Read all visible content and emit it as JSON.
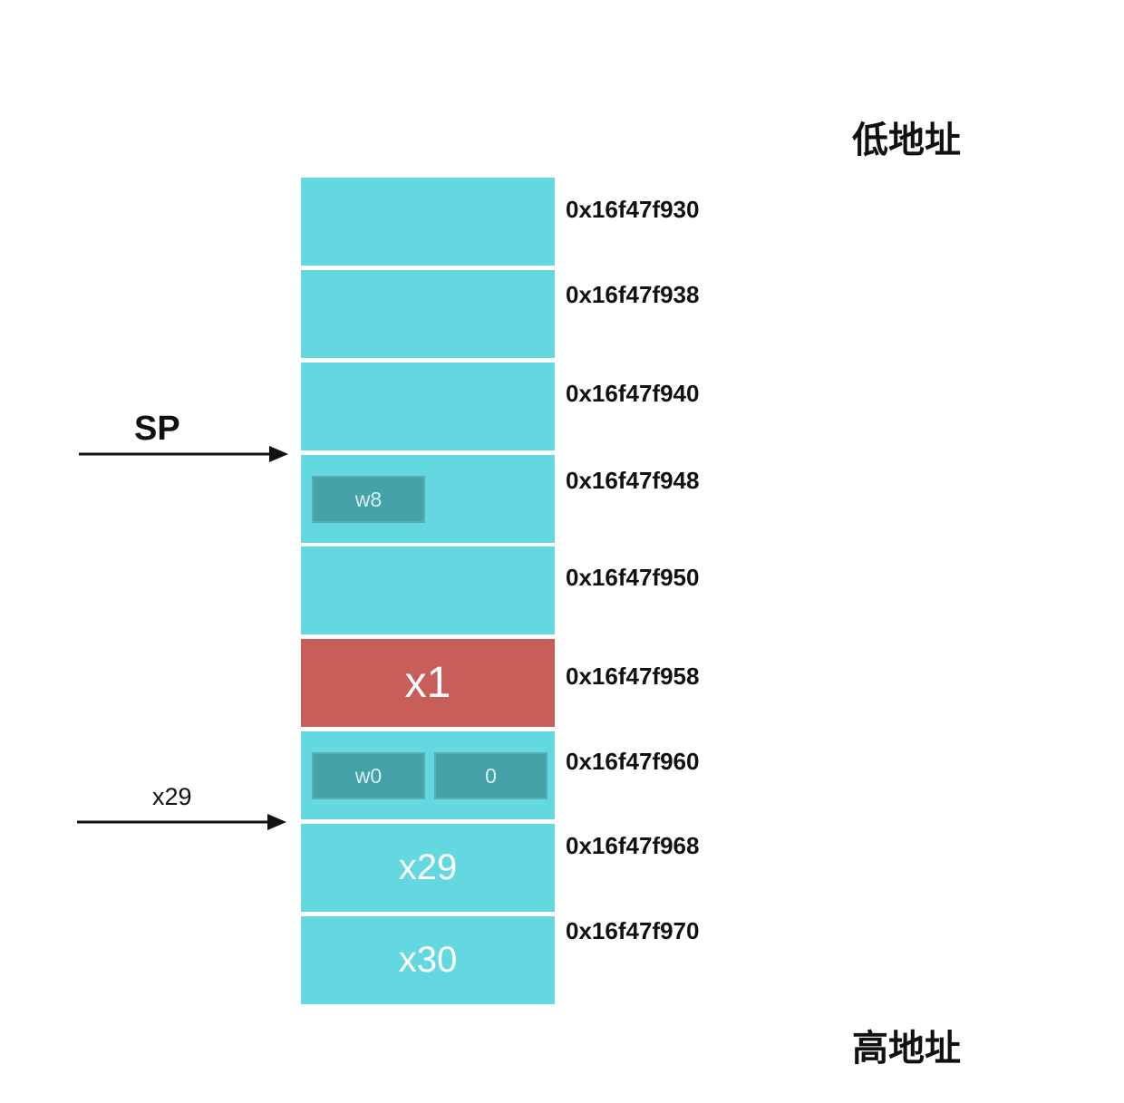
{
  "labels": {
    "low_address": "低地址",
    "high_address": "高地址"
  },
  "pointers": {
    "sp": {
      "label": "SP",
      "points_to_address": "0x16f47f948"
    },
    "fp": {
      "label": "x29",
      "points_to_address": "0x16f47f968"
    }
  },
  "colors": {
    "cell_fill": "#64d8e0",
    "highlight_fill": "#c85e59",
    "slot_fill": "#45a2a8",
    "arrow": "#111111"
  },
  "stack": [
    {
      "address": "0x16f47f930",
      "label": "",
      "highlight": false,
      "slots": []
    },
    {
      "address": "0x16f47f938",
      "label": "",
      "highlight": false,
      "slots": []
    },
    {
      "address": "0x16f47f940",
      "label": "",
      "highlight": false,
      "slots": []
    },
    {
      "address": "0x16f47f948",
      "label": "",
      "highlight": false,
      "slots": [
        "w8"
      ]
    },
    {
      "address": "0x16f47f950",
      "label": "",
      "highlight": false,
      "slots": []
    },
    {
      "address": "0x16f47f958",
      "label": "x1",
      "highlight": true,
      "slots": []
    },
    {
      "address": "0x16f47f960",
      "label": "",
      "highlight": false,
      "slots": [
        "w0",
        "0"
      ]
    },
    {
      "address": "0x16f47f968",
      "label": "x29",
      "highlight": false,
      "slots": []
    },
    {
      "address": "0x16f47f970",
      "label": "x30",
      "highlight": false,
      "slots": []
    }
  ]
}
